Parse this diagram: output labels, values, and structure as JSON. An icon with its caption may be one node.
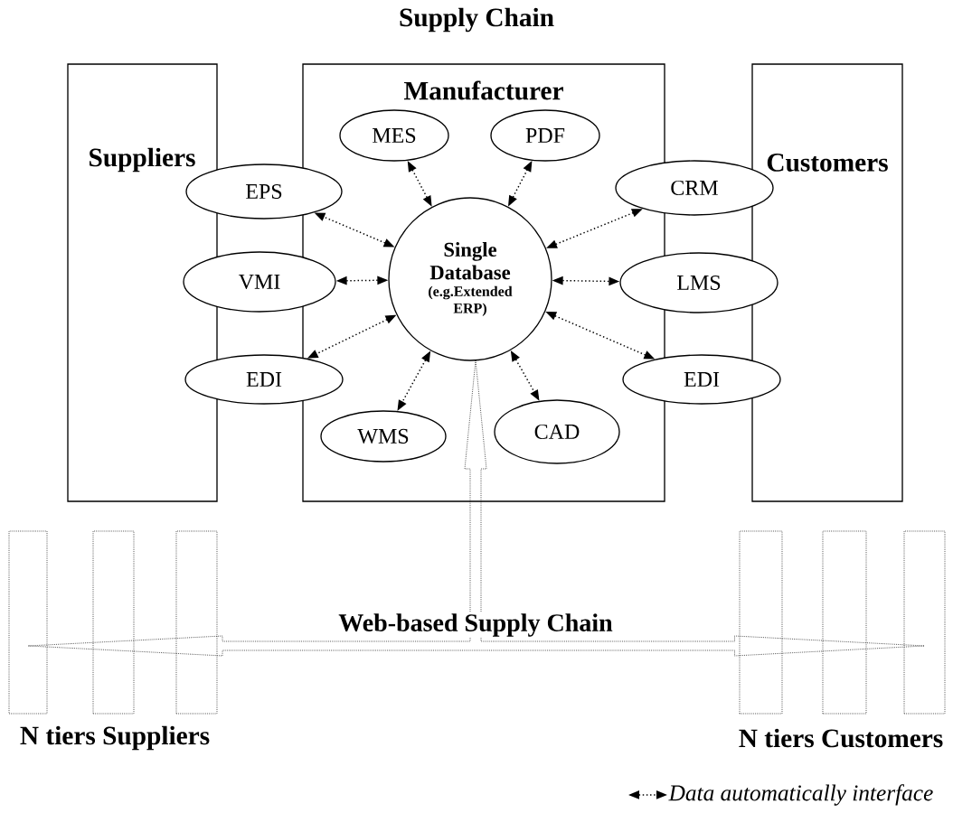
{
  "diagram": {
    "title": "Supply Chain",
    "nodes": [
      {
        "text": [
          "Suppliers"
        ]
      },
      {
        "text": [
          "Manufacturer"
        ]
      },
      {
        "text": [
          "Customers"
        ]
      },
      {
        "text": [
          "MES"
        ],
        "in": 1
      },
      {
        "text": [
          "PDF"
        ],
        "in": 1
      },
      {
        "text": [
          "EPS"
        ]
      },
      {
        "text": [
          "CRM"
        ]
      },
      {
        "text": [
          "Single Database",
          "(e.g.Extended ERP)"
        ],
        "in": 1
      },
      {
        "text": [
          "VMI"
        ]
      },
      {
        "text": [
          "LMS"
        ]
      },
      {
        "text": [
          "EDI"
        ]
      },
      {
        "text": [
          "EDI"
        ]
      },
      {
        "text": [
          "WMS"
        ],
        "in": 1
      },
      {
        "text": [
          "CAD"
        ],
        "in": 1
      },
      {
        "text": [],
        "shape": "box"
      },
      {
        "text": [],
        "shape": "box"
      },
      {
        "text": [],
        "shape": "box"
      },
      {
        "text": [],
        "shape": "box"
      },
      {
        "text": [],
        "shape": "box"
      },
      {
        "text": [],
        "shape": "box"
      }
    ],
    "edges": [
      {
        "from": 7,
        "to": 3,
        "arrow": "both"
      },
      {
        "from": 7,
        "to": 4,
        "arrow": "both"
      },
      {
        "from": 7,
        "to": 5,
        "arrow": "both"
      },
      {
        "from": 7,
        "to": 6,
        "arrow": "both"
      },
      {
        "from": 7,
        "to": 8,
        "arrow": "both"
      },
      {
        "from": 7,
        "to": 9,
        "arrow": "both"
      },
      {
        "from": 7,
        "to": 10,
        "arrow": "both"
      },
      {
        "from": 7,
        "to": 11,
        "arrow": "both"
      },
      {
        "from": 7,
        "to": 12,
        "arrow": "both"
      },
      {
        "from": 7,
        "to": 13,
        "arrow": "both"
      },
      {
        "from": 7,
        "to": 14,
        "arrow": "both",
        "label": "Web-based Supply Chain"
      },
      {
        "from": 7,
        "to": 19,
        "arrow": "both"
      }
    ],
    "labels": [
      "N tiers Suppliers",
      "N tiers Customers"
    ],
    "legend": [
      {
        "text": "Data automatically interface"
      }
    ]
  }
}
